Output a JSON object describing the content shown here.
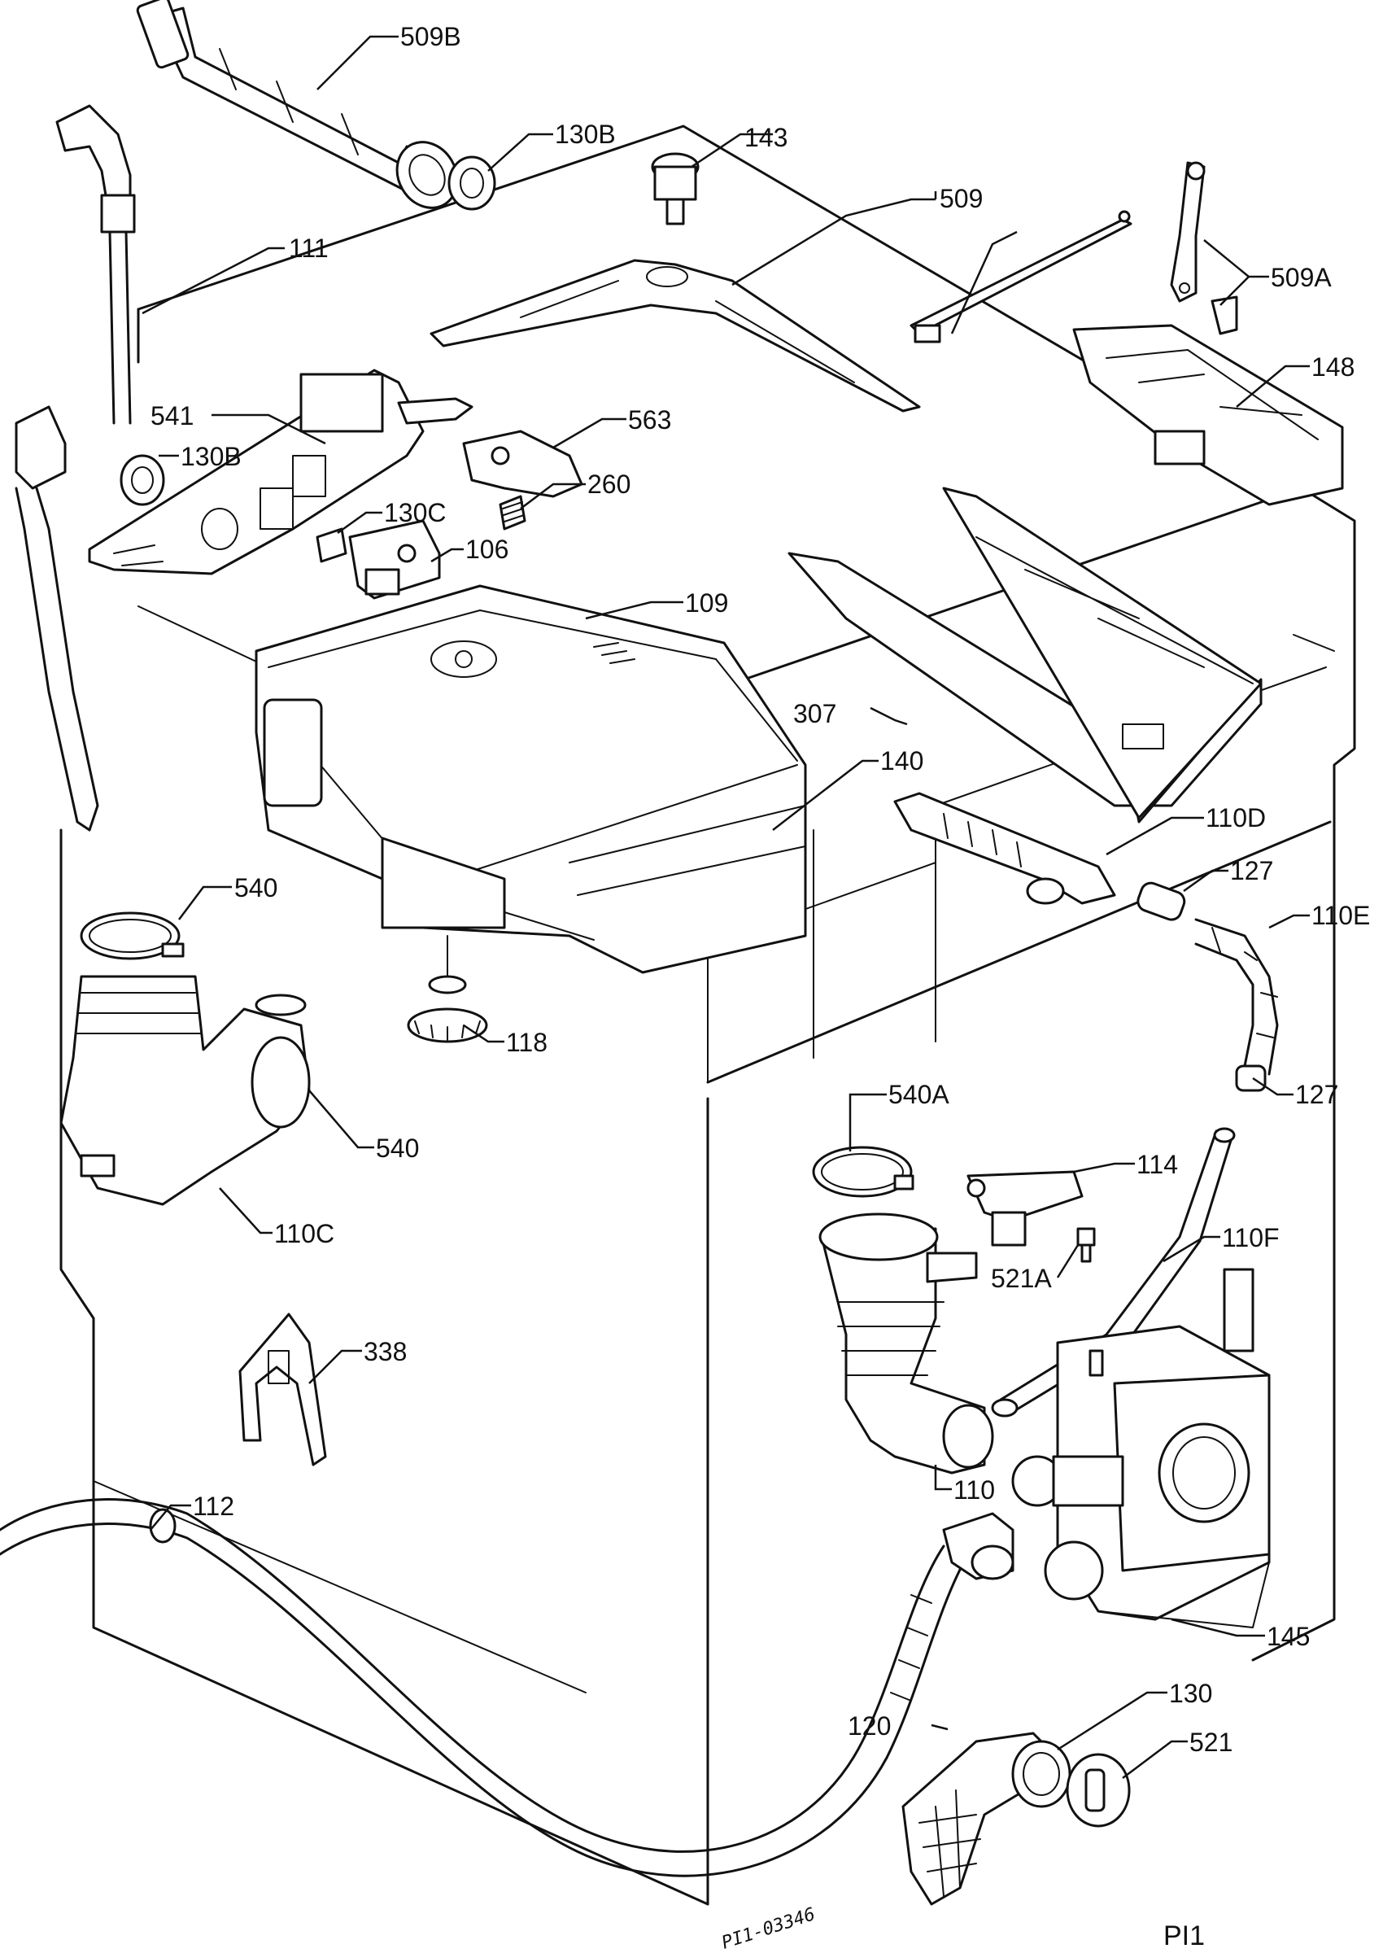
{
  "diagram": {
    "drawing_number": "PI1-03346",
    "sheet_code": "PI1",
    "labels": {
      "l_509B": "509B",
      "l_130B_top": "130B",
      "l_143": "143",
      "l_509": "509",
      "l_111": "111",
      "l_509A": "509A",
      "l_148": "148",
      "l_541": "541",
      "l_563": "563",
      "l_130B_mid": "130B",
      "l_260": "260",
      "l_130C": "130C",
      "l_106": "106",
      "l_109": "109",
      "l_307": "307",
      "l_140": "140",
      "l_110D": "110D",
      "l_127_top": "127",
      "l_540_top": "540",
      "l_110E": "110E",
      "l_118": "118",
      "l_540_bottom": "540",
      "l_540A": "540A",
      "l_127_bottom": "127",
      "l_110C": "110C",
      "l_114": "114",
      "l_110F": "110F",
      "l_521A": "521A",
      "l_338": "338",
      "l_110": "110",
      "l_112": "112",
      "l_145": "145",
      "l_130": "130",
      "l_120": "120",
      "l_521": "521"
    }
  }
}
